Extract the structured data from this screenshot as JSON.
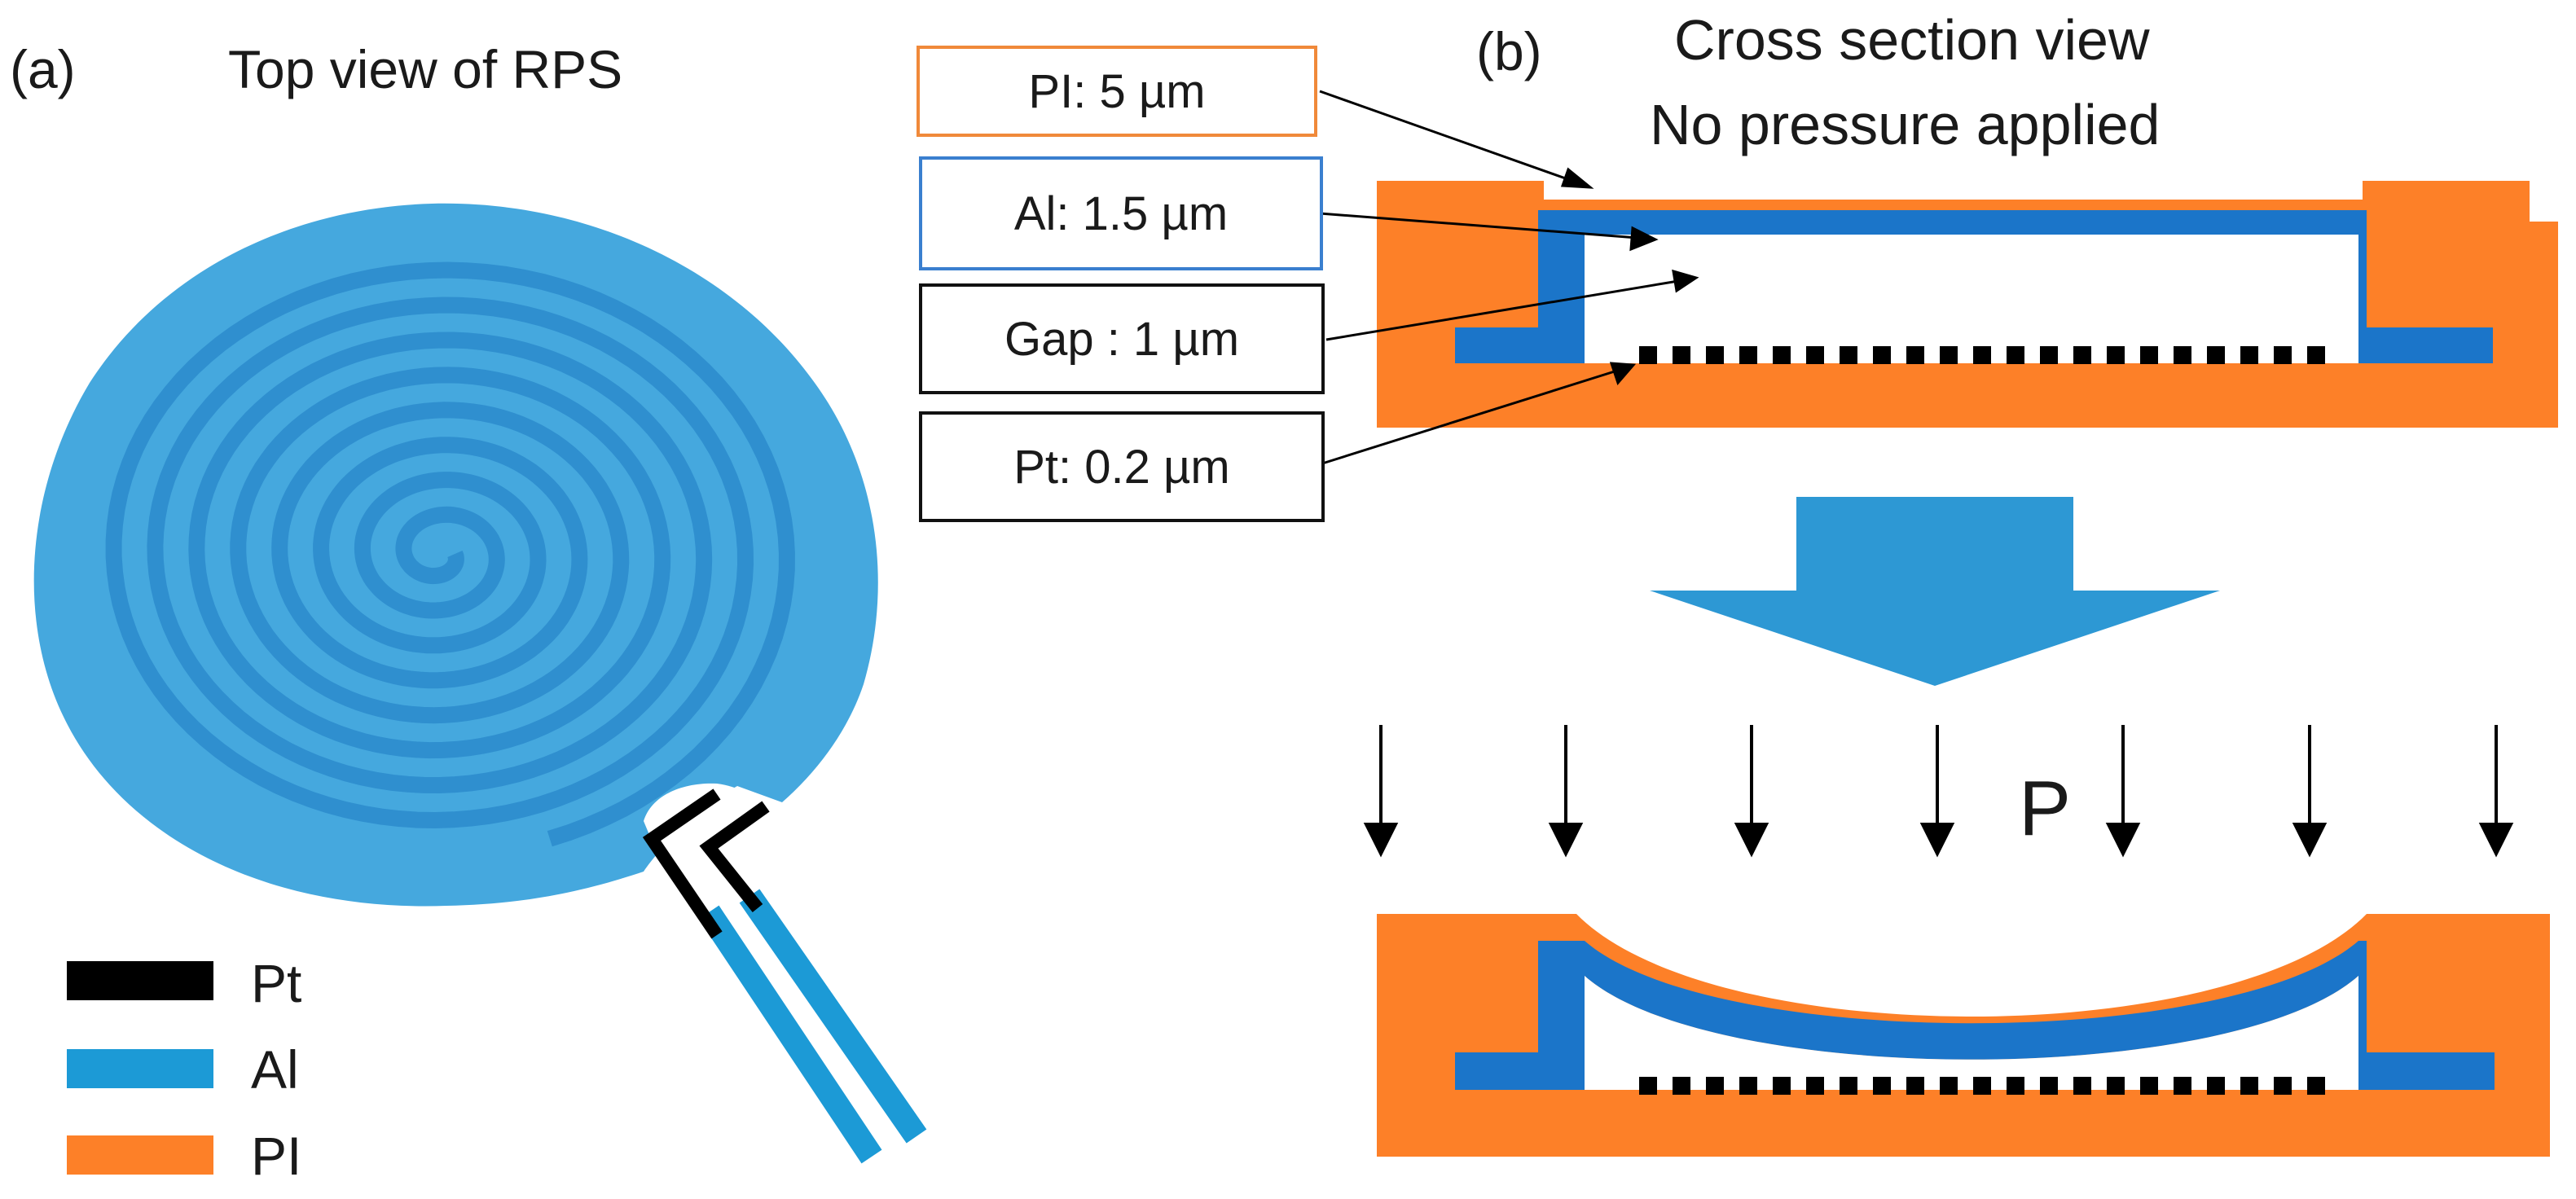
{
  "panel_a": {
    "letter": "(a)",
    "title": "Top view of RPS"
  },
  "panel_b": {
    "letter": "(b)",
    "title_line1": "Cross section view",
    "title_line2": "No pressure applied",
    "pressure_label": "P"
  },
  "layers": {
    "pi": "PI: 5 µm",
    "al": "Al: 1.5 µm",
    "gap": "Gap : 1 µm",
    "pt": "Pt: 0.2 µm"
  },
  "legend": [
    {
      "label": "Pt",
      "color": "#000000"
    },
    {
      "label": "Al",
      "color": "#1c9ad6"
    },
    {
      "label": "PI",
      "color": "#fd8028"
    }
  ],
  "colors": {
    "pi_orange": "#fd8028",
    "al_blue": "#1b75c9",
    "spiral_blue": "#45a8de",
    "spiral_dark": "#2f8fcf",
    "arrow_blue": "#2d98d4",
    "pi_box_border": "#f0893a",
    "al_box_border": "#3a7fcf"
  },
  "icons": {
    "down_arrow": "big-down-arrow-icon",
    "pressure_arrow": "down-arrow-icon"
  }
}
